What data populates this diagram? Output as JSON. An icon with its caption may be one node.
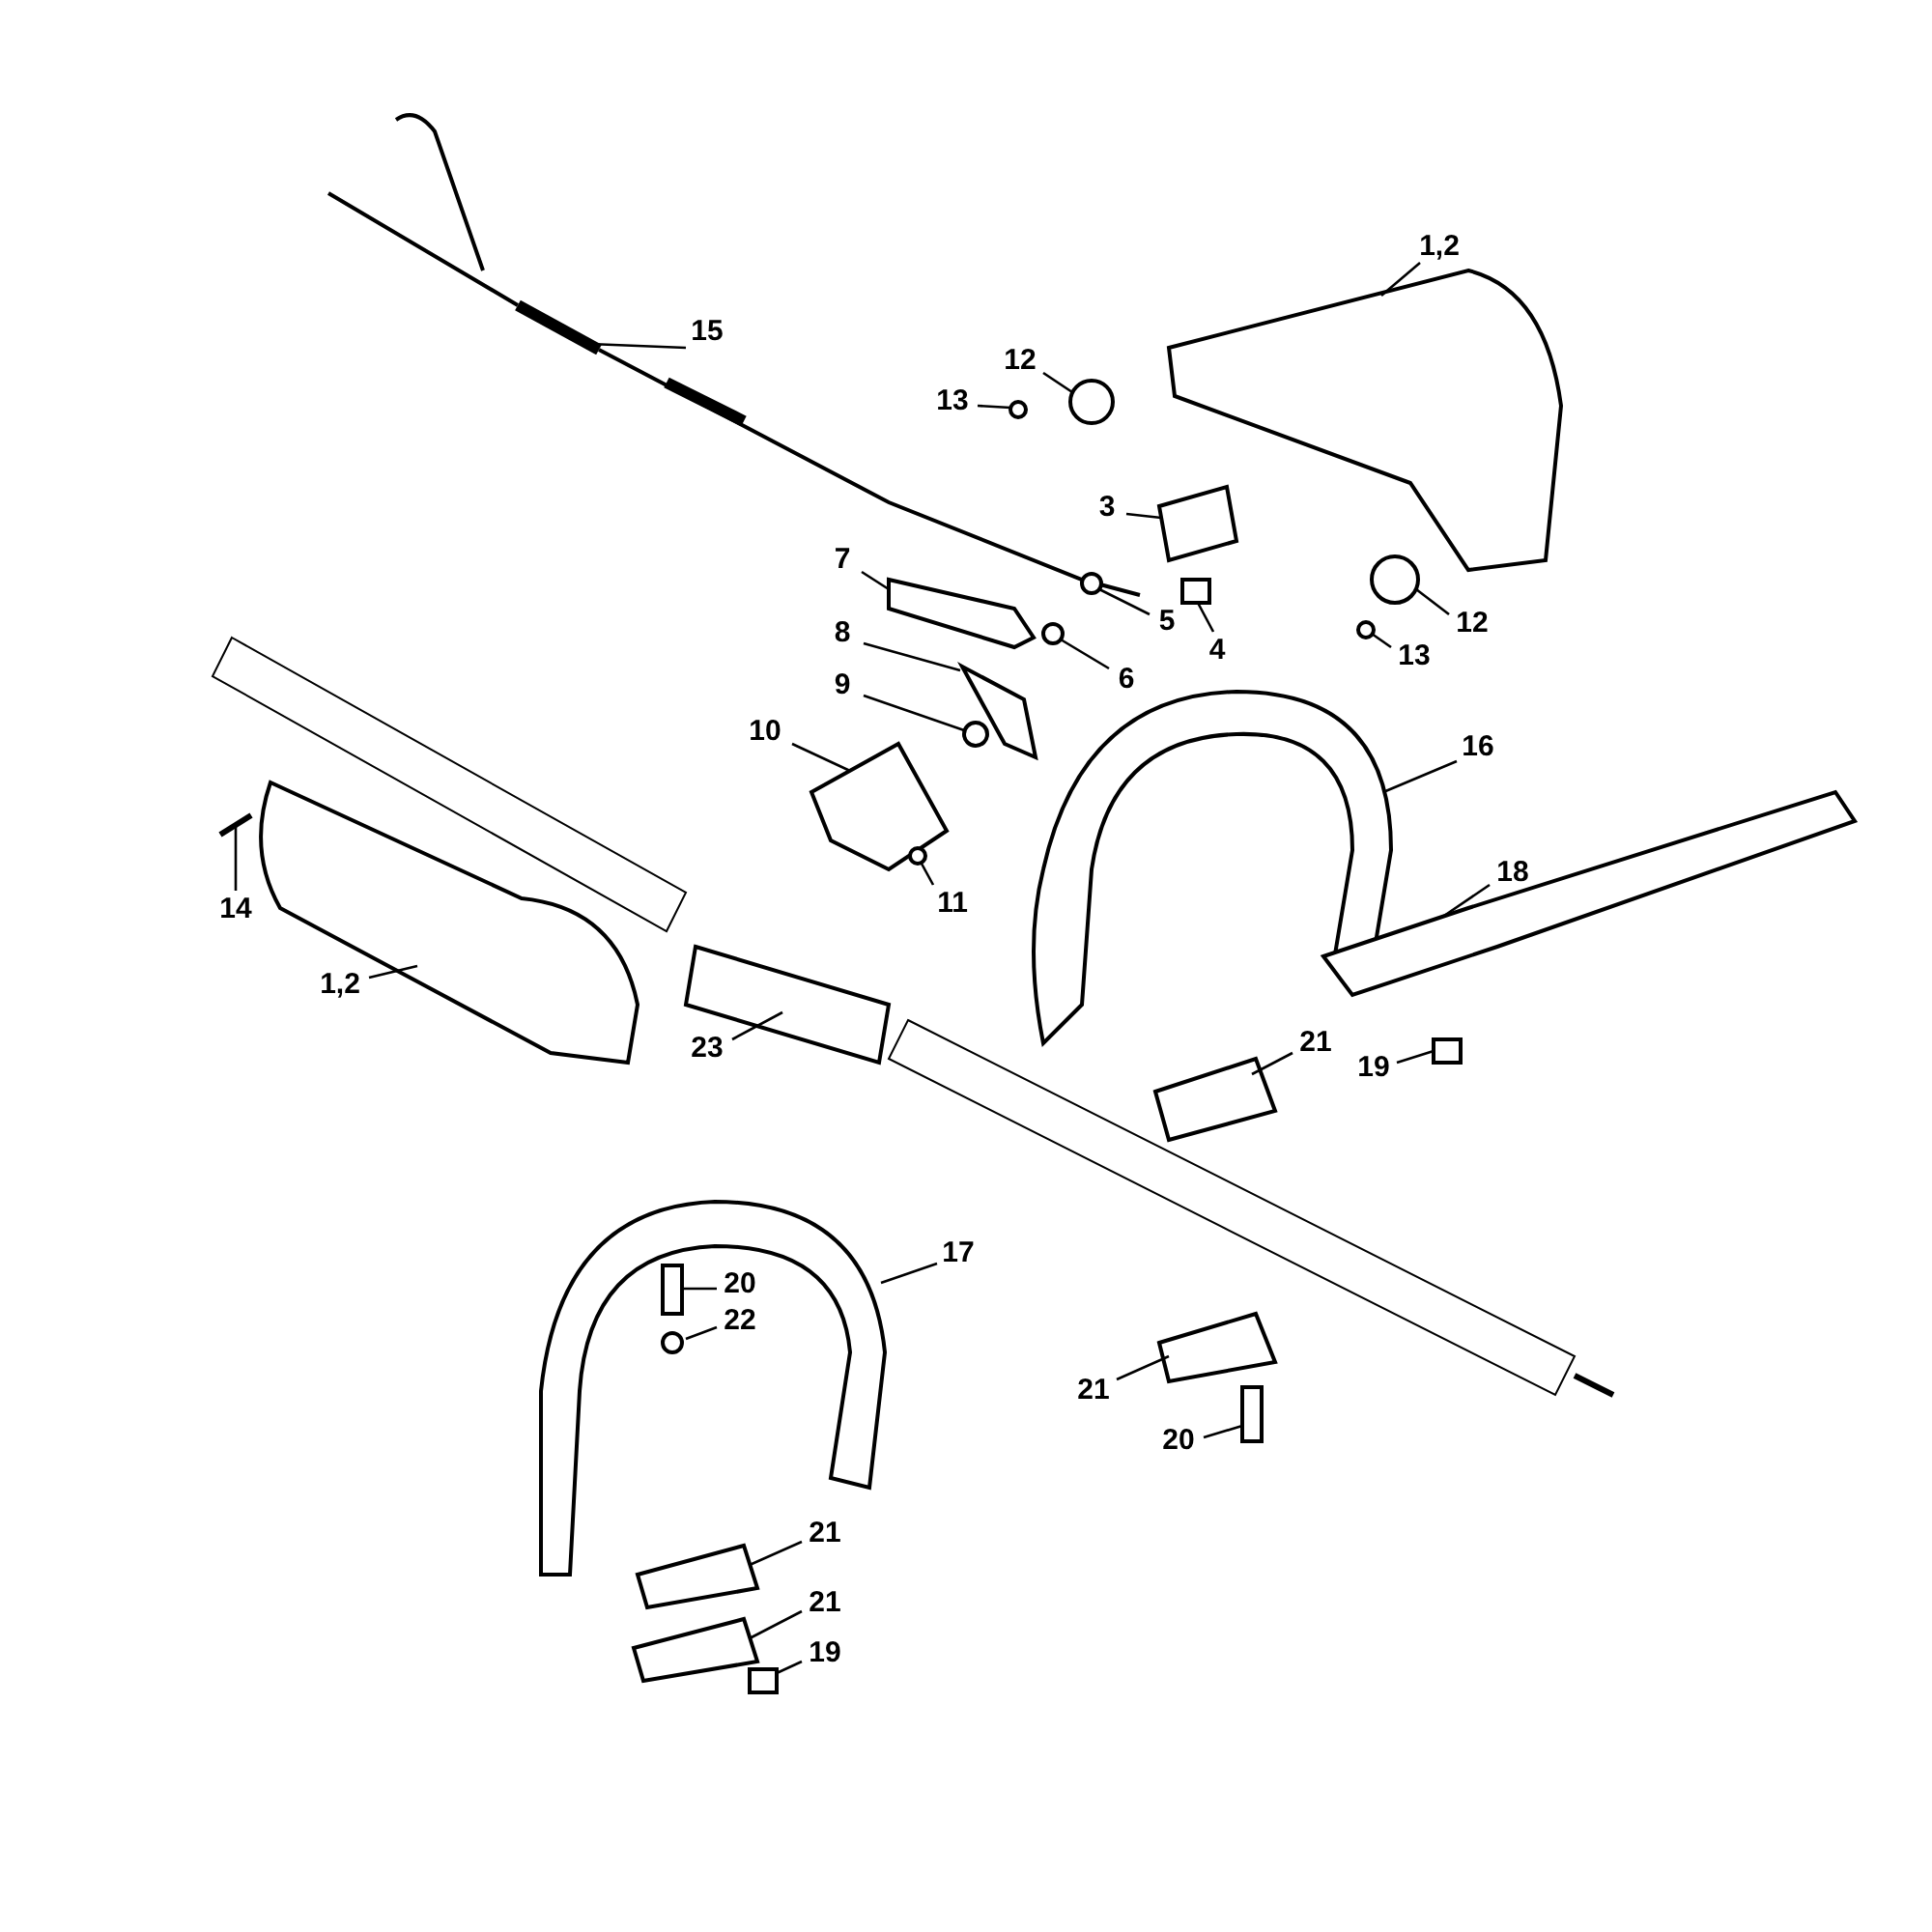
{
  "diagram": {
    "nodes": [
      {
        "text": [
          "15"
        ]
      },
      {
        "text": [
          "12"
        ]
      },
      {
        "text": [
          "1,2"
        ]
      },
      {
        "text": [
          "13"
        ]
      },
      {
        "text": [
          "3"
        ]
      },
      {
        "text": [
          "7"
        ]
      },
      {
        "text": [
          "4"
        ]
      },
      {
        "text": [
          "5"
        ]
      },
      {
        "text": [
          "12"
        ]
      },
      {
        "text": [
          "6"
        ]
      },
      {
        "text": [
          "13"
        ]
      },
      {
        "text": [
          "8"
        ]
      },
      {
        "text": [
          "9"
        ]
      },
      {
        "text": [
          "16"
        ]
      },
      {
        "text": [
          "10"
        ]
      },
      {
        "text": [
          "14"
        ]
      },
      {
        "text": [
          "11"
        ]
      },
      {
        "text": [
          "18"
        ]
      },
      {
        "text": [
          "1,2"
        ]
      },
      {
        "text": [
          "23"
        ]
      },
      {
        "text": [
          "21"
        ]
      },
      {
        "text": [
          "19"
        ]
      },
      {
        "text": [
          "17"
        ]
      },
      {
        "text": [
          "20"
        ]
      },
      {
        "text": [
          "22"
        ]
      },
      {
        "text": [
          "21"
        ]
      },
      {
        "text": [
          "20"
        ]
      },
      {
        "text": [
          "21"
        ]
      },
      {
        "text": [
          "21"
        ]
      },
      {
        "text": [
          "19"
        ]
      },
      {
        "text": [],
        "shape": "picture"
      },
      {
        "text": [],
        "shape": "circle"
      },
      {
        "text": [],
        "shape": "picture"
      },
      {
        "text": [],
        "shape": "circle"
      },
      {
        "text": [],
        "shape": "picture"
      },
      {
        "text": [],
        "shape": "picture"
      },
      {
        "text": [],
        "shape": "box"
      },
      {
        "text": [],
        "shape": "circle"
      },
      {
        "text": [],
        "shape": "circle"
      },
      {
        "text": [],
        "shape": "circle"
      },
      {
        "text": [],
        "shape": "circle"
      },
      {
        "text": [],
        "shape": "picture"
      },
      {
        "text": [],
        "shape": "circle"
      },
      {
        "text": [],
        "shape": "picture"
      },
      {
        "text": [],
        "shape": "picture"
      },
      {
        "text": [],
        "shape": "picture"
      },
      {
        "text": [],
        "shape": "circle"
      },
      {
        "text": [],
        "shape": "picture"
      },
      {
        "text": [],
        "shape": "picture"
      },
      {
        "text": [],
        "shape": "picture"
      },
      {
        "text": [],
        "shape": "picture"
      },
      {
        "text": [],
        "shape": "box"
      },
      {
        "text": [],
        "shape": "picture"
      },
      {
        "text": [],
        "shape": "box"
      },
      {
        "text": [],
        "shape": "circle"
      },
      {
        "text": [],
        "shape": "picture"
      },
      {
        "text": [],
        "shape": "box"
      },
      {
        "text": [],
        "shape": "picture"
      },
      {
        "text": [],
        "shape": "picture"
      },
      {
        "text": [],
        "shape": "box"
      }
    ],
    "edges": [
      {
        "from": 0,
        "to": 30,
        "arrow": "none"
      },
      {
        "from": 1,
        "to": 31,
        "arrow": "none"
      },
      {
        "from": 2,
        "to": 32,
        "arrow": "none"
      },
      {
        "from": 3,
        "to": 33,
        "arrow": "none"
      },
      {
        "from": 4,
        "to": 34,
        "arrow": "none"
      },
      {
        "from": 5,
        "to": 35,
        "arrow": "none"
      },
      {
        "from": 6,
        "to": 36,
        "arrow": "none"
      },
      {
        "from": 7,
        "to": 37,
        "arrow": "none"
      },
      {
        "from": 8,
        "to": 38,
        "arrow": "none"
      },
      {
        "from": 9,
        "to": 39,
        "arrow": "none"
      },
      {
        "from": 10,
        "to": 40,
        "arrow": "none"
      },
      {
        "from": 11,
        "to": 41,
        "arrow": "none"
      },
      {
        "from": 12,
        "to": 42,
        "arrow": "none"
      },
      {
        "from": 13,
        "to": 43,
        "arrow": "none"
      },
      {
        "from": 14,
        "to": 44,
        "arrow": "none"
      },
      {
        "from": 15,
        "to": 45,
        "arrow": "none"
      },
      {
        "from": 16,
        "to": 46,
        "arrow": "none"
      },
      {
        "from": 17,
        "to": 47,
        "arrow": "none"
      },
      {
        "from": 18,
        "to": 48,
        "arrow": "none"
      },
      {
        "from": 19,
        "to": 49,
        "arrow": "none"
      },
      {
        "from": 20,
        "to": 50,
        "arrow": "none"
      },
      {
        "from": 21,
        "to": 51,
        "arrow": "none"
      },
      {
        "from": 22,
        "to": 52,
        "arrow": "none"
      },
      {
        "from": 23,
        "to": 53,
        "arrow": "none"
      },
      {
        "from": 24,
        "to": 54,
        "arrow": "none"
      },
      {
        "from": 25,
        "to": 55,
        "arrow": "none"
      },
      {
        "from": 26,
        "to": 56,
        "arrow": "none"
      },
      {
        "from": 27,
        "to": 57,
        "arrow": "none"
      },
      {
        "from": 28,
        "to": 58,
        "arrow": "none"
      },
      {
        "from": 29,
        "to": 59,
        "arrow": "none"
      }
    ]
  }
}
